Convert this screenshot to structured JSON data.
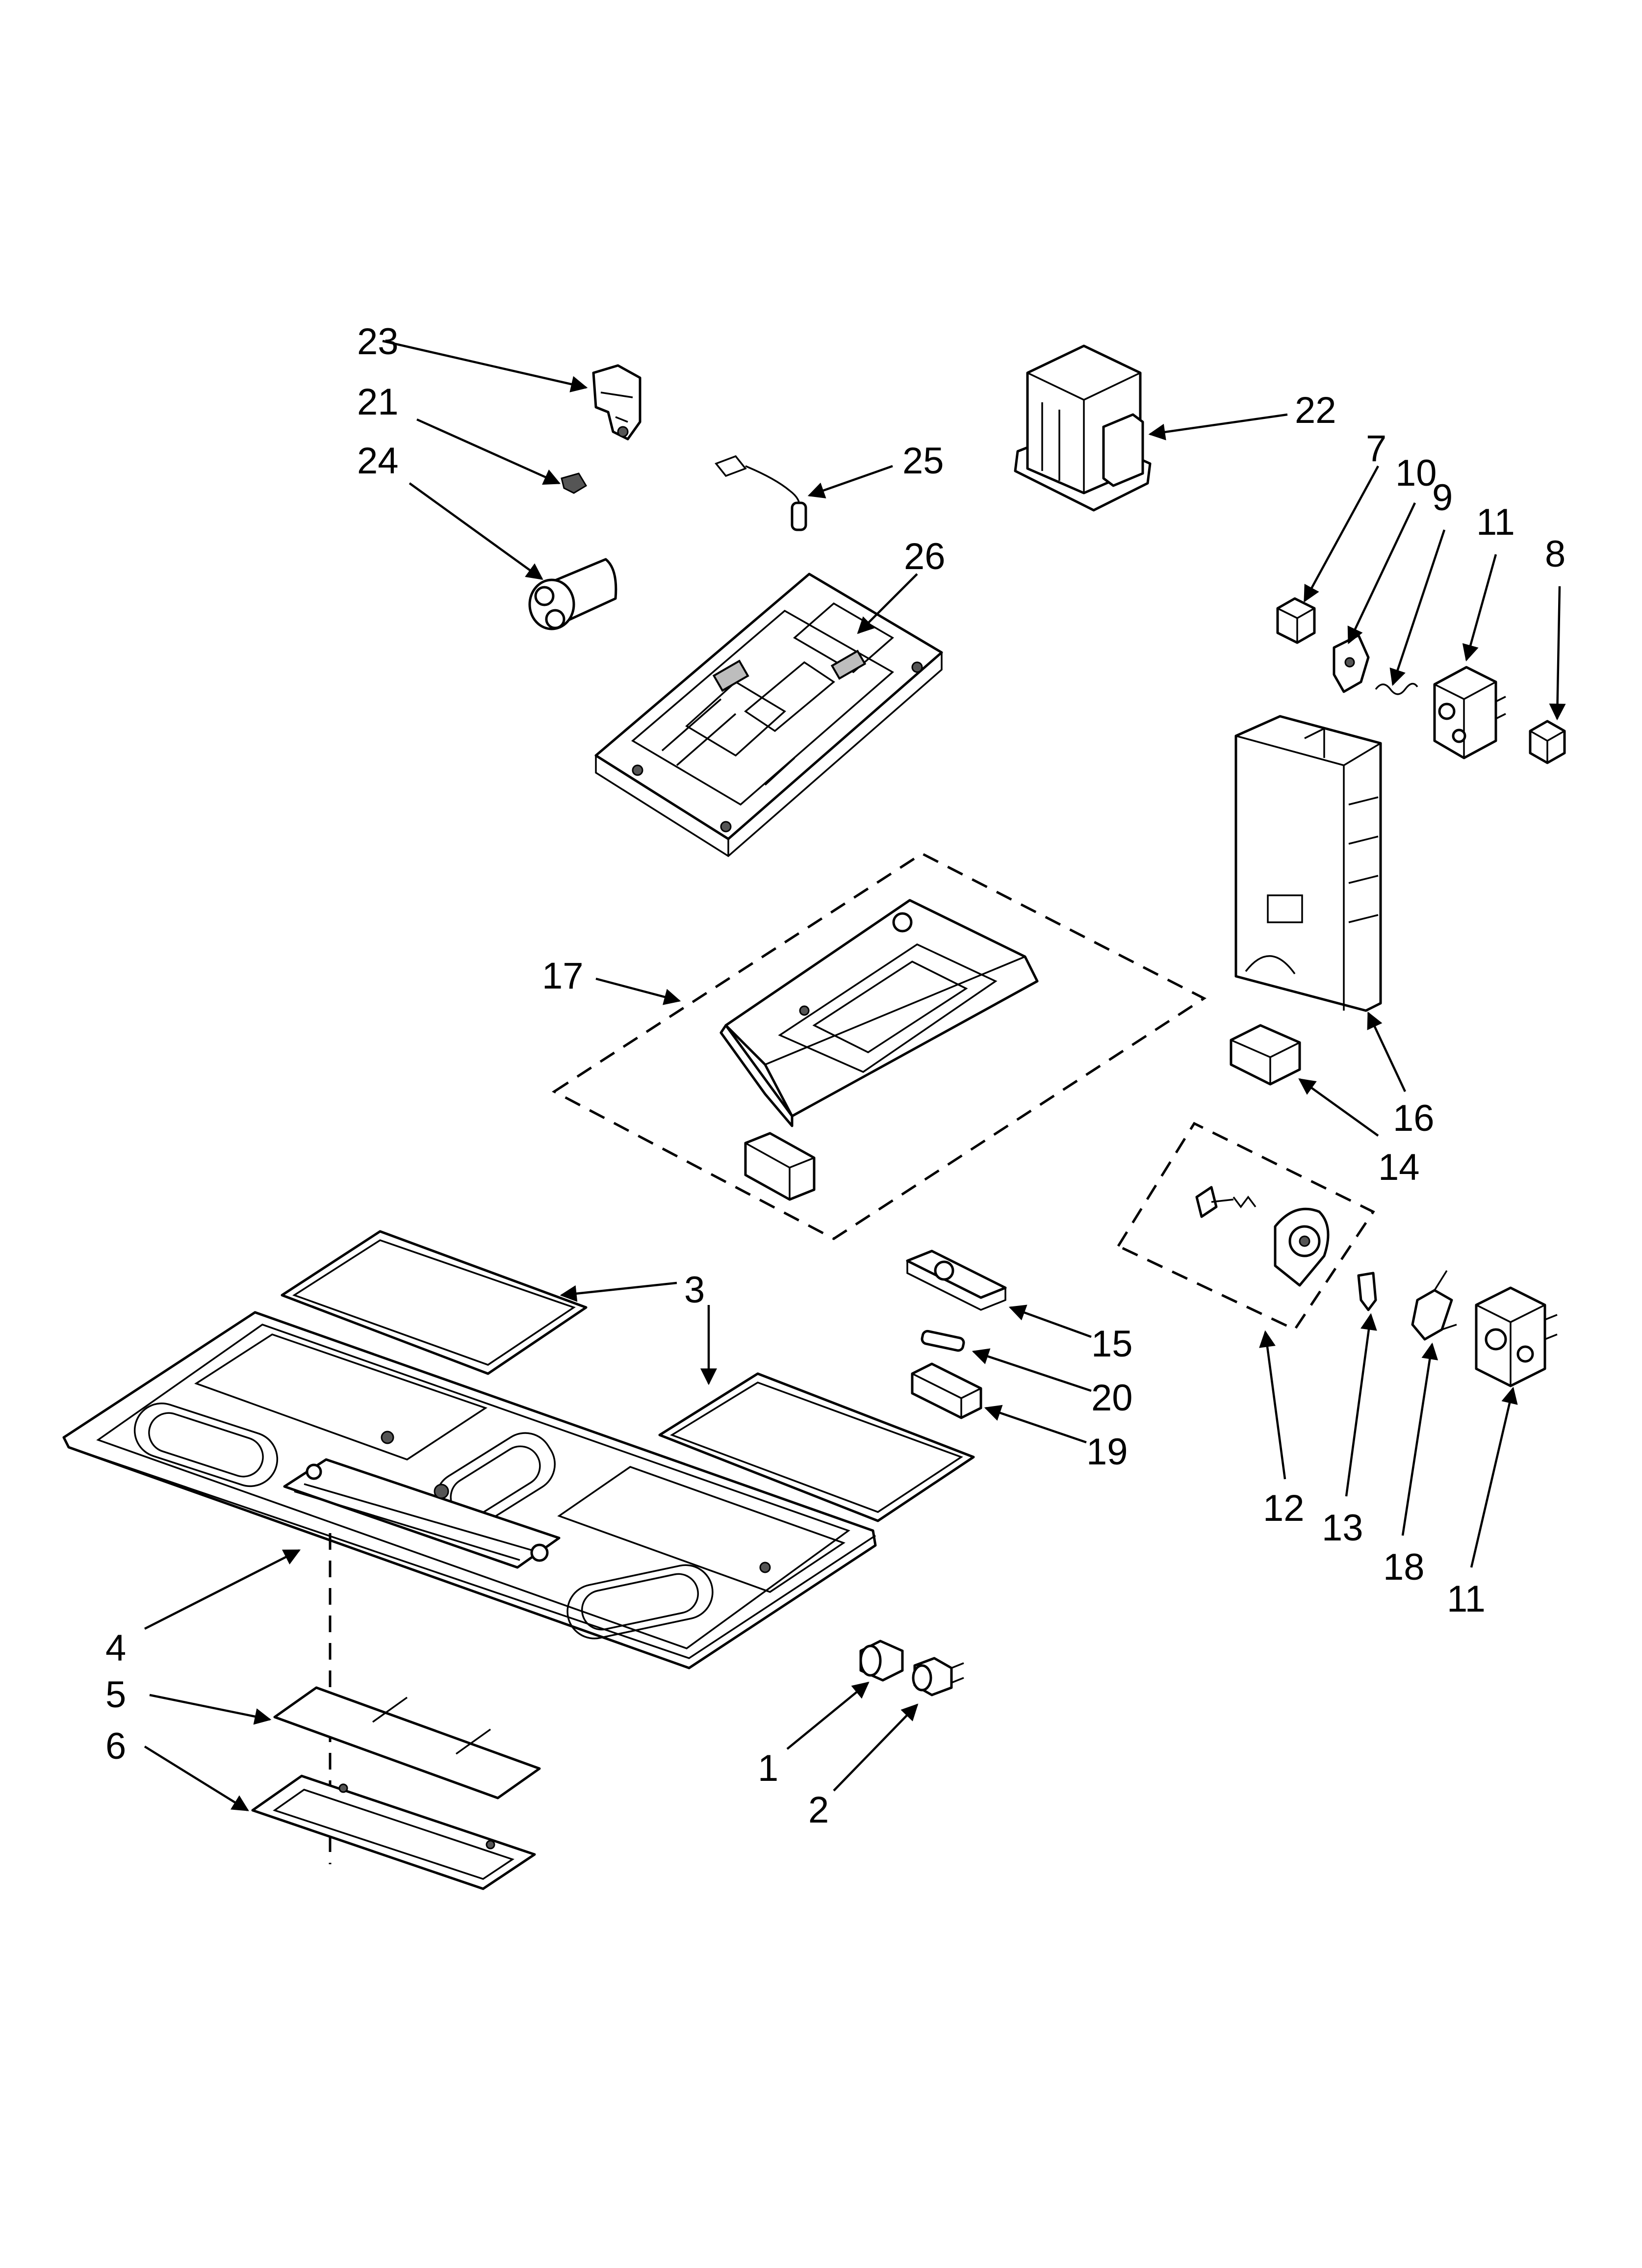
{
  "callouts": {
    "c1": "1",
    "c2": "2",
    "c3a": "3",
    "c3b": "3",
    "c4": "4",
    "c5": "5",
    "c6": "6",
    "c7": "7",
    "c8": "8",
    "c9": "9",
    "c10": "10",
    "c11a": "11",
    "c11b": "11",
    "c12": "12",
    "c13": "13",
    "c14": "14",
    "c15": "15",
    "c16": "16",
    "c17": "17",
    "c18": "18",
    "c19": "19",
    "c20": "20",
    "c21": "21",
    "c22": "22",
    "c23": "23",
    "c24": "24",
    "c25": "25",
    "c26": "26"
  }
}
